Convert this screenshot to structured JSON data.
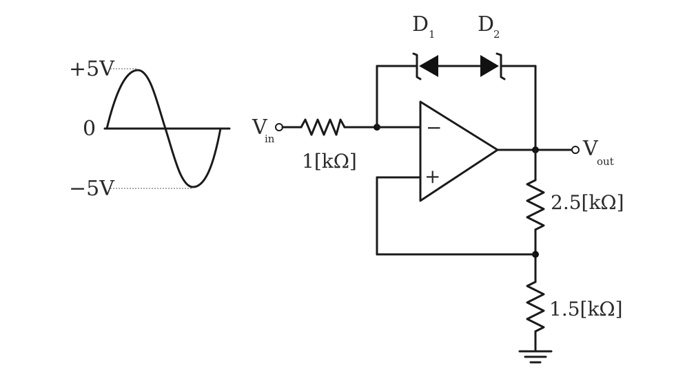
{
  "waveform": {
    "label_positive": "+5V",
    "label_zero": "0",
    "label_negative": "−5V"
  },
  "input": {
    "symbol": "V",
    "subscript": "in"
  },
  "output": {
    "symbol": "V",
    "subscript": "out"
  },
  "resistors": {
    "r_in": "1[kΩ]",
    "r_top": "2.5[kΩ]",
    "r_bottom": "1.5[kΩ]"
  },
  "diodes": {
    "d1_symbol": "D",
    "d1_sub": "1",
    "d2_symbol": "D",
    "d2_sub": "2"
  },
  "opamp": {
    "minus_sign": "−",
    "plus_sign": "+"
  }
}
